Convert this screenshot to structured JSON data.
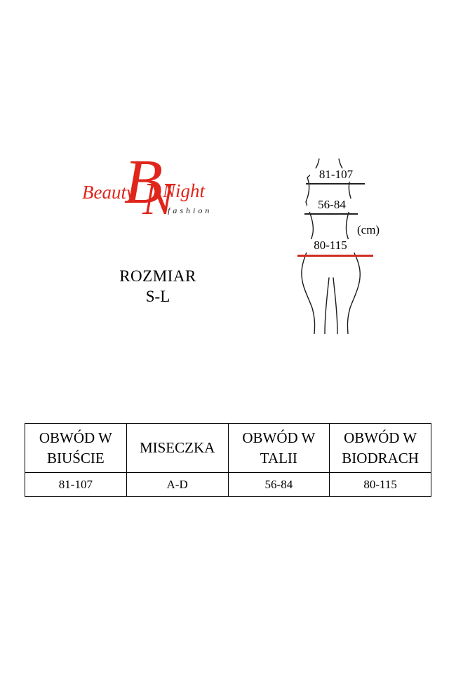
{
  "logo": {
    "beauty_text": "Beauty",
    "monogram_b": "B",
    "monogram_n": "N",
    "night_text": "Night",
    "fashion_text": "fashion"
  },
  "size_block": {
    "title": "ROZMIAR",
    "value": "S-L"
  },
  "figure": {
    "bust_range": "81-107",
    "waist_range": "56-84",
    "hip_range": "80-115",
    "unit": "(cm)"
  },
  "colors": {
    "accent_red": "#e0251b",
    "measure_line_dark": "#222222",
    "measure_line_red": "#cf2e26",
    "outline": "#1b1b1b"
  },
  "size_table": {
    "columns": [
      {
        "header": "OBWÓD W BIUŚCIE",
        "value": "81-107"
      },
      {
        "header": "MISECZKA",
        "value": "A-D"
      },
      {
        "header": "OBWÓD W TALII",
        "value": "56-84"
      },
      {
        "header": "OBWÓD W BIODRACH",
        "value": "80-115"
      }
    ]
  }
}
